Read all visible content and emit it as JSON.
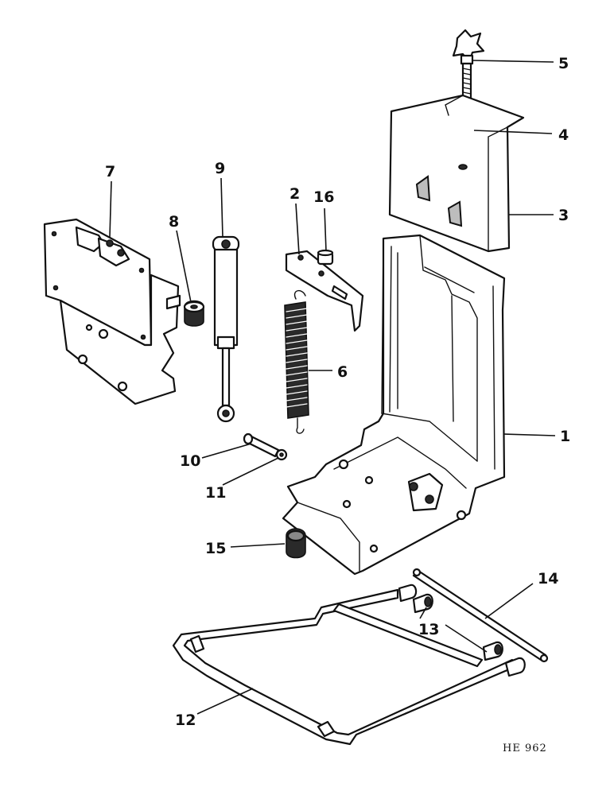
{
  "callouts": {
    "c1": "1",
    "c2": "2",
    "c3": "3",
    "c4": "4",
    "c5": "5",
    "c6": "6",
    "c7": "7",
    "c8": "8",
    "c9": "9",
    "c10": "10",
    "c11": "11",
    "c12": "12",
    "c13": "13",
    "c14": "14",
    "c15": "15",
    "c16": "16"
  },
  "plate_code": "HE 962",
  "colors": {
    "ink": "#111111",
    "paper": "#ffffff"
  }
}
